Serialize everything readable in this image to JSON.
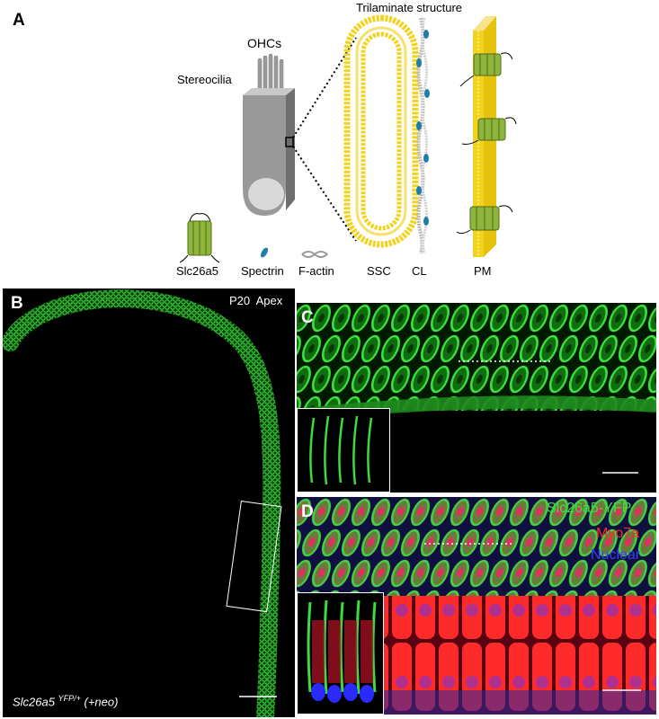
{
  "panel_a": {
    "letter": "A",
    "title": "Trilaminate structure",
    "ohc_label": "OHCs",
    "stereocilia_label": "Stereocilia",
    "legend": {
      "slc26a5": "Slc26a5",
      "spectrin": "Spectrin",
      "factin": "F-actin"
    },
    "layers": {
      "ssc": "SSC",
      "cl": "CL",
      "pm": "PM"
    },
    "colors": {
      "membrane": "#f2d21b",
      "spectrin": "#1f7ea8",
      "protein": "#8fb53a"
    }
  },
  "panel_b": {
    "letter": "B",
    "condition": "P20  Apex",
    "genotype_main": "Slc26a5",
    "genotype_sup": "YFP/+",
    "genotype_suffix": "(+neo)"
  },
  "panel_c": {
    "letter": "C"
  },
  "panel_d": {
    "letter": "D",
    "channels": {
      "yfp": "Slc26a5-YFP",
      "myo7a": "Myo7a",
      "nuclear": "Nuclear"
    },
    "colors": {
      "yfp": "#3ddc3d",
      "myo7a": "#ff2a2a",
      "nuclear": "#3a3aff"
    }
  }
}
